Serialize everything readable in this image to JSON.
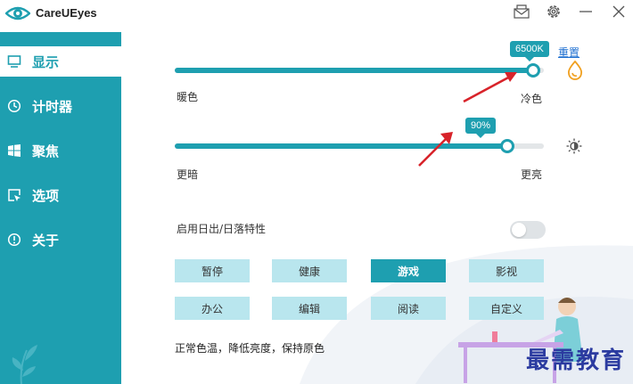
{
  "app": {
    "title": "CareUEyes"
  },
  "sidebar": {
    "items": [
      {
        "label": "显示",
        "icon": "monitor-icon",
        "active": true
      },
      {
        "label": "计时器",
        "icon": "clock-icon",
        "active": false
      },
      {
        "label": "聚焦",
        "icon": "windows-icon",
        "active": false
      },
      {
        "label": "选项",
        "icon": "cursor-box-icon",
        "active": false
      },
      {
        "label": "关于",
        "icon": "info-icon",
        "active": false
      }
    ]
  },
  "color_temp": {
    "value": "6500K",
    "fill_fraction": 1.0,
    "left_label": "暖色",
    "right_label": "冷色",
    "reset": "重置",
    "icon": "color-drop-icon"
  },
  "brightness": {
    "value": "90%",
    "fill_fraction": 0.9,
    "left_label": "更暗",
    "right_label": "更亮",
    "icon": "sun-icon"
  },
  "sunset": {
    "label": "启用日出/日落特性",
    "enabled": false
  },
  "modes": {
    "row1": [
      "暂停",
      "健康",
      "游戏",
      "影视"
    ],
    "row2": [
      "办公",
      "编辑",
      "阅读",
      "自定义"
    ],
    "active": "游戏"
  },
  "description": "正常色温，降低亮度，保持原色",
  "watermark": "最需教育",
  "colors": {
    "accent": "#1e9fb0",
    "button": "#b9e6ee",
    "arrow": "#d8232a"
  }
}
